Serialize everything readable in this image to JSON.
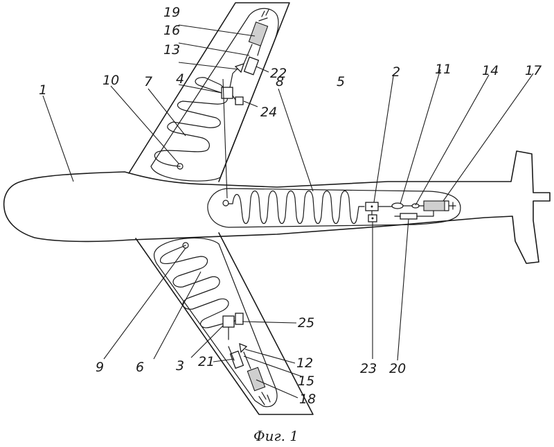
{
  "labels": {
    "l1": "1",
    "l2": "2",
    "l3": "3",
    "l4": "4",
    "l5": "5",
    "l6": "6",
    "l7": "7",
    "l8": "8",
    "l9": "9",
    "l10": "10",
    "l11": "11",
    "l12": "12",
    "l13": "13",
    "l14": "14",
    "l15": "15",
    "l16": "16",
    "l17": "17",
    "l18": "18",
    "l19": "19",
    "l20": "20",
    "l21": "21",
    "l22": "22",
    "l23": "23",
    "l24": "24",
    "l25": "25"
  },
  "caption": "Фиг. 1"
}
